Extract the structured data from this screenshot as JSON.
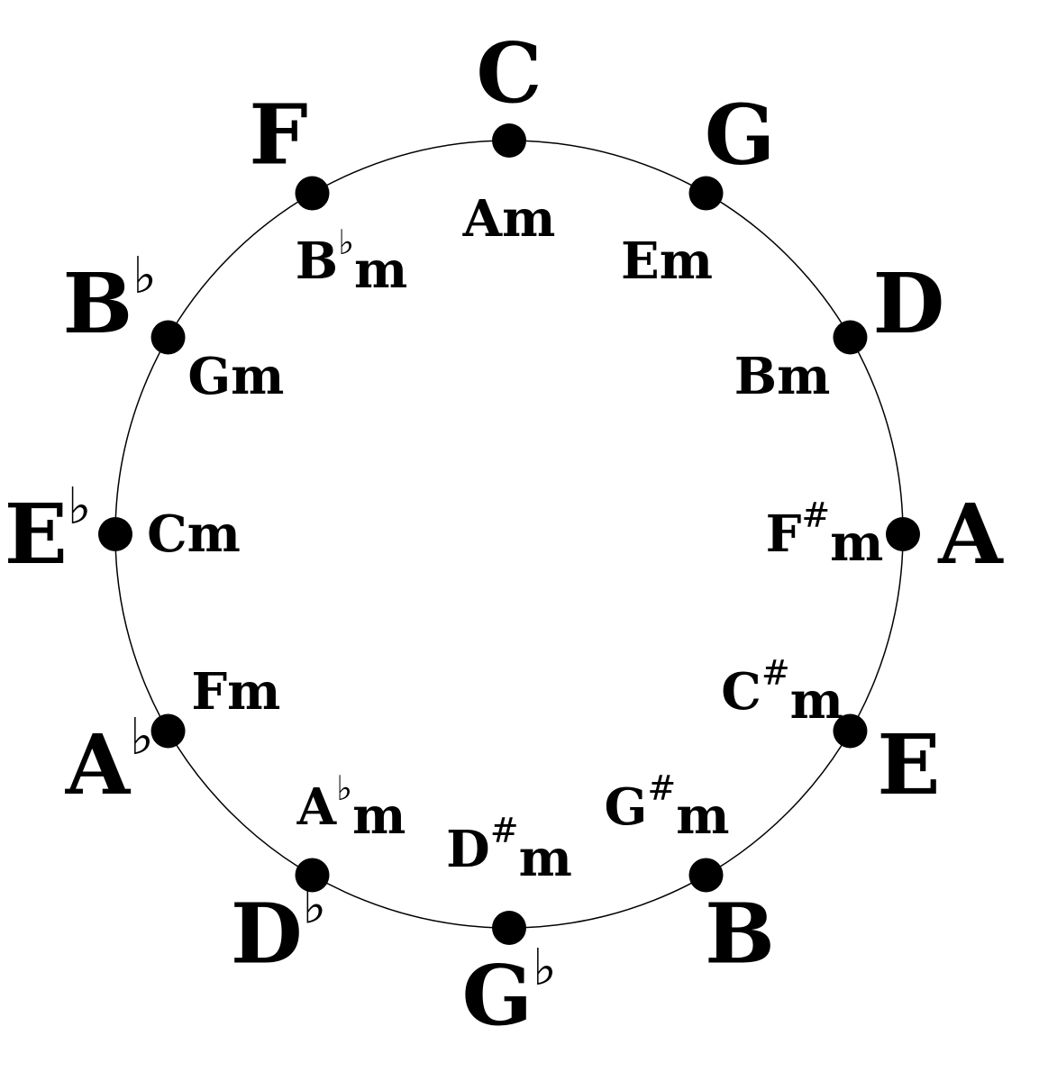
{
  "diagram": {
    "title": "",
    "colors": {
      "stroke": "#000000",
      "background": "#ffffff"
    },
    "keys": [
      {
        "id": "c",
        "major": {
          "root": "C",
          "acc": ""
        },
        "minor": {
          "root": "A",
          "acc": "",
          "suffix": "m"
        }
      },
      {
        "id": "g",
        "major": {
          "root": "G",
          "acc": ""
        },
        "minor": {
          "root": "E",
          "acc": "",
          "suffix": "m"
        }
      },
      {
        "id": "d",
        "major": {
          "root": "D",
          "acc": ""
        },
        "minor": {
          "root": "B",
          "acc": "",
          "suffix": "m"
        }
      },
      {
        "id": "a",
        "major": {
          "root": "A",
          "acc": ""
        },
        "minor": {
          "root": "F",
          "acc": "#",
          "suffix": "m"
        }
      },
      {
        "id": "e",
        "major": {
          "root": "E",
          "acc": ""
        },
        "minor": {
          "root": "C",
          "acc": "#",
          "suffix": "m"
        }
      },
      {
        "id": "b",
        "major": {
          "root": "B",
          "acc": ""
        },
        "minor": {
          "root": "G",
          "acc": "#",
          "suffix": "m"
        }
      },
      {
        "id": "gb",
        "major": {
          "root": "G",
          "acc": "♭"
        },
        "minor": {
          "root": "D",
          "acc": "#",
          "suffix": "m"
        }
      },
      {
        "id": "db",
        "major": {
          "root": "D",
          "acc": "♭"
        },
        "minor": {
          "root": "A",
          "acc": "♭",
          "suffix": "m"
        }
      },
      {
        "id": "ab",
        "major": {
          "root": "A",
          "acc": "♭"
        },
        "minor": {
          "root": "F",
          "acc": "",
          "suffix": "m"
        }
      },
      {
        "id": "eb",
        "major": {
          "root": "E",
          "acc": "♭"
        },
        "minor": {
          "root": "C",
          "acc": "",
          "suffix": "m"
        }
      },
      {
        "id": "bb",
        "major": {
          "root": "B",
          "acc": "♭"
        },
        "minor": {
          "root": "G",
          "acc": "",
          "suffix": "m"
        }
      },
      {
        "id": "f",
        "major": {
          "root": "F",
          "acc": ""
        },
        "minor": {
          "root": "B",
          "acc": "♭",
          "suffix": "m"
        }
      }
    ]
  }
}
